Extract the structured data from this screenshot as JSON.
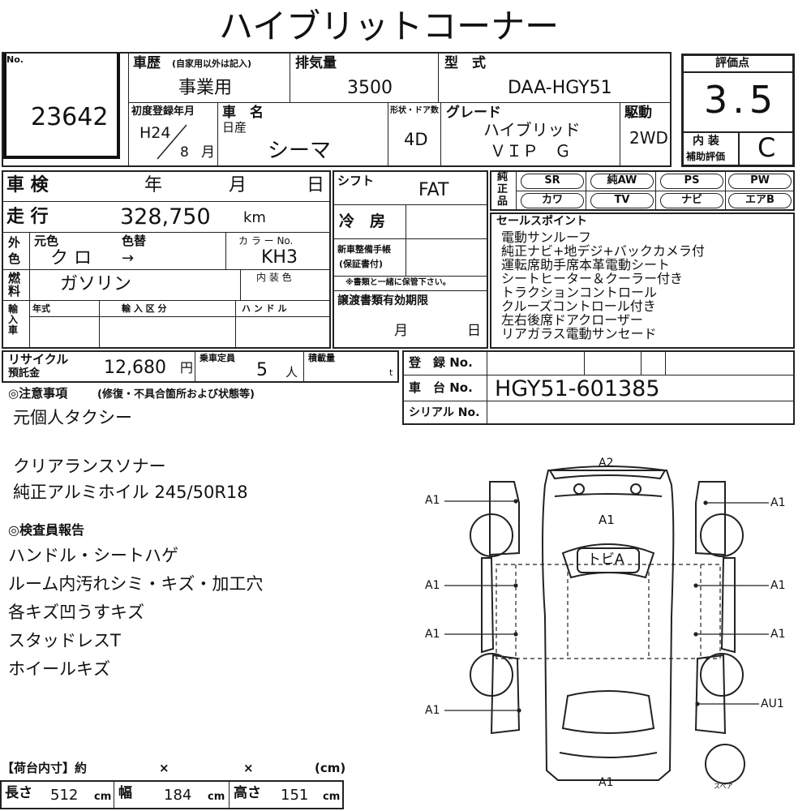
{
  "title": "ハイブリットコーナー",
  "no": {
    "label": "No.",
    "value": "23642"
  },
  "history": {
    "label": "車歴",
    "sub": "(自家用以外は記入)",
    "value": "事業用"
  },
  "displacement": {
    "label": "排気量",
    "value": "3500"
  },
  "model": {
    "label": "型　式",
    "value": "DAA-HGY51"
  },
  "score": {
    "label": "評価点",
    "value": "3.5"
  },
  "interior": {
    "label1": "内 装",
    "label2": "補助評価",
    "value": "C"
  },
  "first_reg": {
    "label": "初度登録年月",
    "era": "H24",
    "month": "8",
    "month_unit": "月"
  },
  "car_name": {
    "label": "車　名",
    "maker": "日産",
    "value": "シーマ"
  },
  "doors": {
    "label": "形状・ドア数",
    "value": "4D"
  },
  "grade": {
    "label": "グレード",
    "line1": "ハイブリッド",
    "line2": "ＶＩＰ　Ｇ"
  },
  "drive": {
    "label": "駆動",
    "value": "2WD"
  },
  "shaken": {
    "label": "車 検",
    "year": "年",
    "month": "月",
    "day": "日"
  },
  "mileage": {
    "label": "走 行",
    "value": "328,750",
    "unit": "km"
  },
  "exterior": {
    "label1": "外",
    "label2": "色",
    "orig_label": "元色",
    "change_label": "色替",
    "color_value": "ク ロ",
    "arrow": "→",
    "code_label": "カ ラ ー No.",
    "code_value": "KH3"
  },
  "fuel": {
    "label1": "燃",
    "label2": "料",
    "value": "ガソリン",
    "interior_color_label": "内 装 色"
  },
  "import": {
    "label": "輸入車",
    "year_label": "年式",
    "class_label": "輸 入 区 分",
    "handle_label": "ハ ン ド ル"
  },
  "shift": {
    "label": "シフト",
    "value": "FAT"
  },
  "ac": {
    "label": "冷　房"
  },
  "warranty": {
    "label1": "新車整備手帳",
    "label2": "(保証書付)",
    "note": "※書類と一緒に保管下さい。"
  },
  "transfer": {
    "label": "譲渡書類有効期限",
    "month": "月",
    "day": "日"
  },
  "equipment": {
    "label1": "純",
    "label2": "正",
    "label3": "品",
    "items": [
      "SR",
      "純AW",
      "PS",
      "PW",
      "カワ",
      "TV",
      "ナビ",
      "エアB"
    ]
  },
  "sales_points": {
    "label": "セールスポイント",
    "items": [
      "電動サンルーフ",
      "純正ナビ+地デジ+バックカメラ付",
      "運転席助手席本革電動シート",
      "シートヒーター＆クーラー付き",
      "トラクションコントロール",
      "クルーズコントロール付き",
      "左右後席ドアクローザー",
      "リアガラス電動サンセード"
    ]
  },
  "recycle": {
    "label1": "リサイクル",
    "label2": "預託金",
    "value": "12,680",
    "unit": "円"
  },
  "capacity": {
    "label": "乗車定員",
    "value": "5",
    "unit": "人"
  },
  "load": {
    "label": "積載量",
    "unit": "t"
  },
  "registration": {
    "label": "登　録 No."
  },
  "chassis": {
    "label": "車　台 No.",
    "value": "HGY51-601385"
  },
  "serial": {
    "label": "シリアル No."
  },
  "caution": {
    "label": "◎注意事項",
    "sub": "(修復・不具合箇所および状態等)",
    "lines": [
      "元個人タクシー",
      "",
      "クリアランスソナー",
      "純正アルミホイル 245/50R18"
    ]
  },
  "inspector": {
    "label": "◎検査員報告",
    "lines": [
      "ハンドル・シートハゲ",
      "ルーム内汚れシミ・キズ・加工穴",
      "各キズ凹うすキズ",
      "スタッドレスT",
      "ホイールキズ"
    ]
  },
  "cargo": {
    "label": "【荷台内寸】約",
    "x1": "×",
    "x2": "×",
    "unit": "(cm)"
  },
  "dims": {
    "length_label": "長さ",
    "length": "512",
    "width_label": "幅",
    "width": "184",
    "height_label": "高さ",
    "height": "151",
    "unit": "cm"
  },
  "diagram": {
    "top": "A2",
    "hood": "A1",
    "roof": "トビA",
    "bottom": "A1",
    "spare": "スペア",
    "left": [
      "A1",
      "A1",
      "A1",
      "A1"
    ],
    "right": [
      "A1",
      "A1",
      "A1",
      "AU1"
    ]
  }
}
